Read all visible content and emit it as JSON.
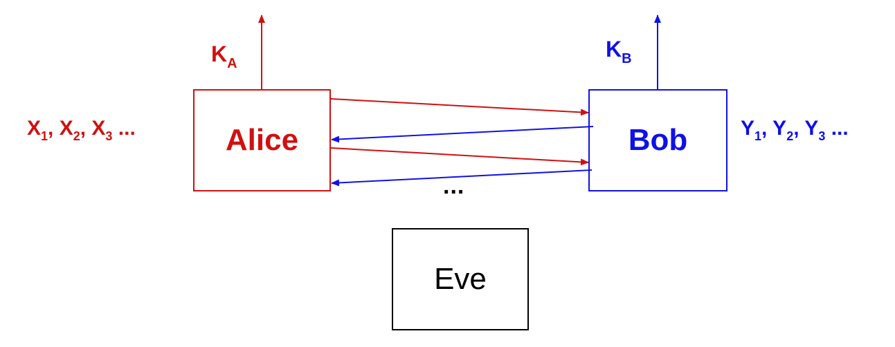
{
  "colors": {
    "alice": "#d01010",
    "bob": "#1010e8",
    "eve": "#000000"
  },
  "boxes": {
    "alice": "Alice",
    "bob": "Bob",
    "eve": "Eve"
  },
  "keys": {
    "alice": {
      "letter": "K",
      "subscript": "A"
    },
    "bob": {
      "letter": "K",
      "subscript": "B"
    }
  },
  "sequences": {
    "alice": {
      "terms": [
        {
          "letter": "X",
          "subscript": "1",
          "sep": ", "
        },
        {
          "letter": "X",
          "subscript": "2",
          "sep": ", "
        },
        {
          "letter": "X",
          "subscript": "3",
          "sep": " ..."
        }
      ]
    },
    "bob": {
      "terms": [
        {
          "letter": "Y",
          "subscript": "1",
          "sep": ", "
        },
        {
          "letter": "Y",
          "subscript": "2",
          "sep": ", "
        },
        {
          "letter": "Y",
          "subscript": "3",
          "sep": " ..."
        }
      ]
    }
  },
  "ellipsis": "..."
}
